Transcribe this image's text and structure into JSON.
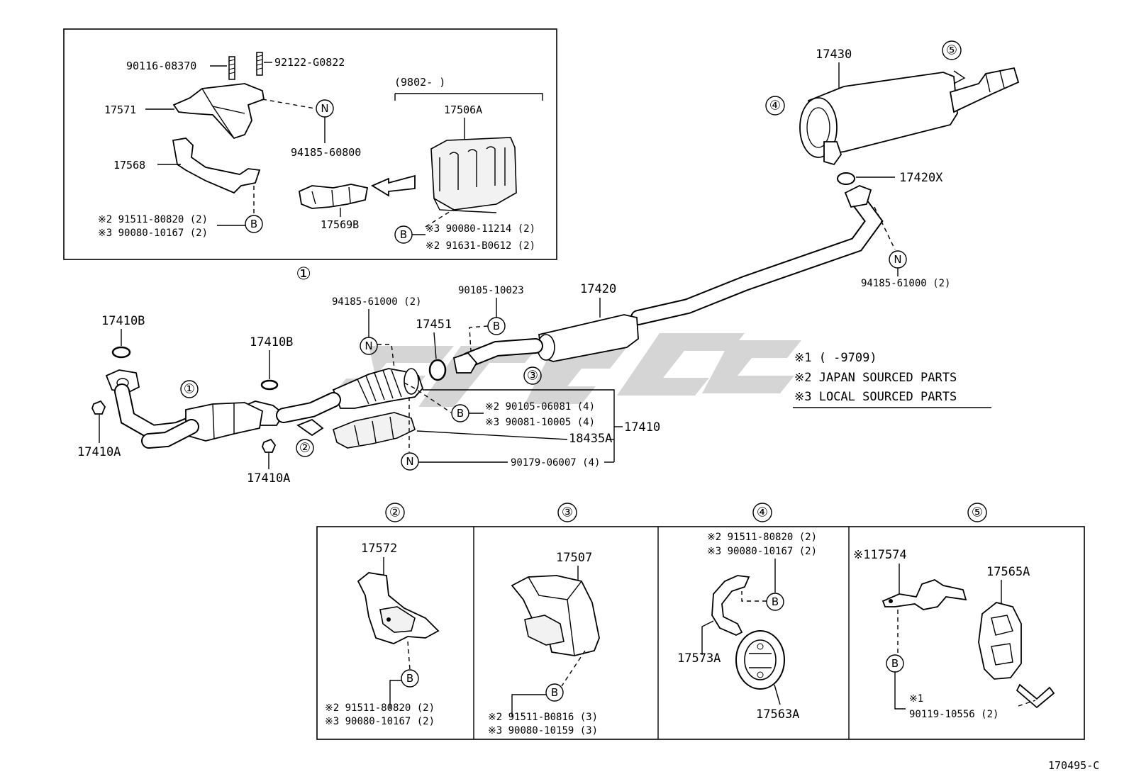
{
  "diagram_id": "170495-C",
  "legend": {
    "note1": "※1 (      -9709)",
    "note2": "※2 JAPAN SOURCED PARTS",
    "note3": "※3 LOCAL SOURCED PARTS"
  },
  "inset1": {
    "p_90116": "90116-08370",
    "p_92122": "92122-G0822",
    "p_17571": "17571",
    "p_17568": "17568",
    "p_94185": "94185-60800",
    "p_17569b": "17569B",
    "p_17506a": "17506A",
    "date_range": "(9802-      )",
    "b_left_2": "※2 91511-80820 (2)",
    "b_left_3": "※3 90080-10167 (2)",
    "b_right_3": "※3 90080-11214 (2)",
    "b_right_2": "※2 91631-B0612 (2)",
    "circle_n": "N",
    "circle_b": "B",
    "number": "①"
  },
  "main": {
    "p_17430": "17430",
    "p_17420x": "17420X",
    "p_94185_r": "94185-61000 (2)",
    "p_17420": "17420",
    "p_90105_10023": "90105-10023",
    "p_94185_l": "94185-61000 (2)",
    "p_17451": "17451",
    "p_17410b_a": "17410B",
    "p_17410b_b": "17410B",
    "p_17410a_a": "17410A",
    "p_17410a_b": "17410A",
    "p_90105_06081": "※2 90105-06081 (4)",
    "p_90081_10005": "※3 90081-10005 (4)",
    "p_17410": "17410",
    "p_18435a": "18435A",
    "p_90179": "90179-06007 (4)",
    "num1": "①",
    "num2": "②",
    "num3": "③",
    "num4": "④",
    "num5": "⑤",
    "n": "N",
    "b": "B"
  },
  "panel2": {
    "number": "②",
    "p_17572": "17572",
    "b2": "※2 91511-80820 (2)",
    "b3": "※3 90080-10167 (2)"
  },
  "panel3": {
    "number": "③",
    "p_17507": "17507",
    "b2": "※2 91511-B0816 (3)",
    "b3": "※3 90080-10159 (3)"
  },
  "panel4": {
    "number": "④",
    "top2": "※2 91511-80820 (2)",
    "top3": "※3 90080-10167 (2)",
    "p_17573a": "17573A",
    "p_17563a": "17563A"
  },
  "panel5": {
    "number": "⑤",
    "p_17574": "※117574",
    "p_17565a": "17565A",
    "note1": "※1",
    "p_90119": "90119-10556 (2)"
  }
}
